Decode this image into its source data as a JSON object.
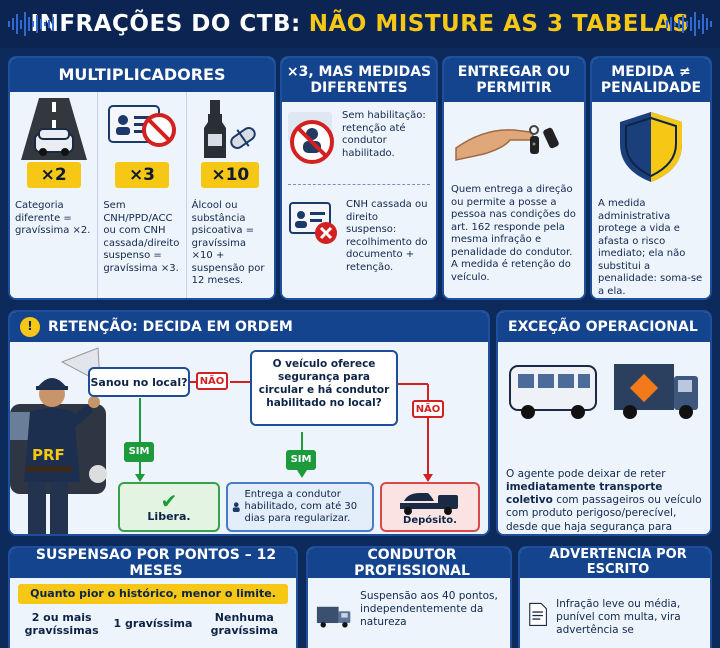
{
  "header": {
    "title_white": "INFRAÇÕES DO CTB:",
    "title_yellow": "NÃO MISTURE AS 3 TABELAS"
  },
  "multiplicadores": {
    "title": "MULTIPLICADORES",
    "items": [
      {
        "badge": "×2",
        "icon": "road-car-icon",
        "text": "Categoria diferente = gravíssima ×2."
      },
      {
        "badge": "×3",
        "icon": "license-denied-icon",
        "text": "Sem CNH/PPD/ACC ou com CNH cassada/direito suspenso = gravíssima ×3."
      },
      {
        "badge": "×10",
        "icon": "bottle-pill-icon",
        "text": "Álcool ou substância psicoativa = gravíssima ×10 + suspensão por 12 meses."
      }
    ]
  },
  "medidas": {
    "title": "×3, MAS MEDIDAS DIFERENTES",
    "item1": "Sem habilitação: retenção até condutor habilitado.",
    "item2": "CNH cassada ou direito suspenso: recolhimento do documento + retenção."
  },
  "entregar": {
    "title": "ENTREGAR OU PERMITIR",
    "text": "Quem entrega a direção ou permite a posse a pessoa nas condições do art. 162 responde pela mesma infração e penalidade do condutor. A medida é retenção do veículo."
  },
  "medida_pen": {
    "title": "MEDIDA ≠ PENALIDADE",
    "text": "A medida administrativa protege a vida e afasta o risco imediato; ela não substitui a penalidade: soma-se a ela."
  },
  "retencao": {
    "title": "RETENÇÃO: DECIDA EM ORDEM",
    "officer_label": "PRF",
    "q1": "Sanou no local?",
    "q2": "O veículo oferece segurança para circular e há condutor habilitado no local?",
    "no1": "NÃO",
    "no2": "NÃO",
    "yes1": "SIM",
    "yes2": "SIM",
    "out1": "Libera.",
    "out2": "Entrega a condutor habilitado, com até 30 dias para regularizar.",
    "out3": "Depósito."
  },
  "excecao": {
    "title": "EXCEÇÃO OPERACIONAL",
    "text_a": "O agente pode deixar de reter",
    "text_b": "imediatamente transporte coletivo",
    "text_c": "com passageiros ou veículo com produto perigoso/perecível, desde que haja segurança para circular."
  },
  "suspensao": {
    "title": "SUSPENSÃO POR PONTOS – 12 MESES",
    "subtitle": "Quanto pior o histórico, menor o limite.",
    "cols": [
      "2 ou mais gravíssimas",
      "1 gravíssima",
      "Nenhuma gravíssima"
    ]
  },
  "profissional": {
    "title": "CONDUTOR PROFISSIONAL",
    "text": "Suspensão aos 40 pontos, independentemente da natureza"
  },
  "advertencia": {
    "title": "ADVERTÊNCIA POR ESCRITO",
    "text": "Infração leve ou média, punível com multa, vira advertência se"
  }
}
